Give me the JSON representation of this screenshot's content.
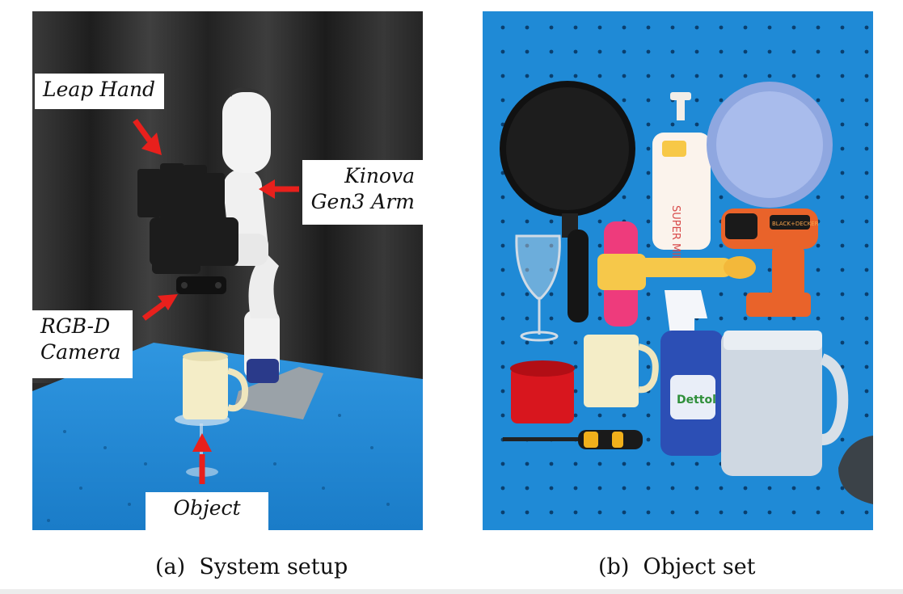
{
  "panel_a": {
    "labels": {
      "leap_hand": "Leap Hand",
      "kinova_line1": "Kinova",
      "kinova_line2": "Gen3 Arm",
      "camera_line1": "RGB-D",
      "camera_line2": "Camera",
      "object": "Object"
    },
    "caption": "(a)  System setup",
    "arrow_color": "#e8201c",
    "table_color": "#1f8ad6"
  },
  "panel_b": {
    "caption": "(b)  Object set",
    "background_color": "#1f8ad6",
    "objects": [
      "frying-pan",
      "soap-bottle",
      "bowl",
      "drill",
      "wine-glass",
      "toy-hammer",
      "mug",
      "spray-bottle",
      "pitcher",
      "cup",
      "screwdriver"
    ],
    "printed_text": {
      "soap_brand": "SUPER MILD",
      "spray_brand": "Dettol",
      "drill_brand": "BLACK+DECKER"
    }
  }
}
